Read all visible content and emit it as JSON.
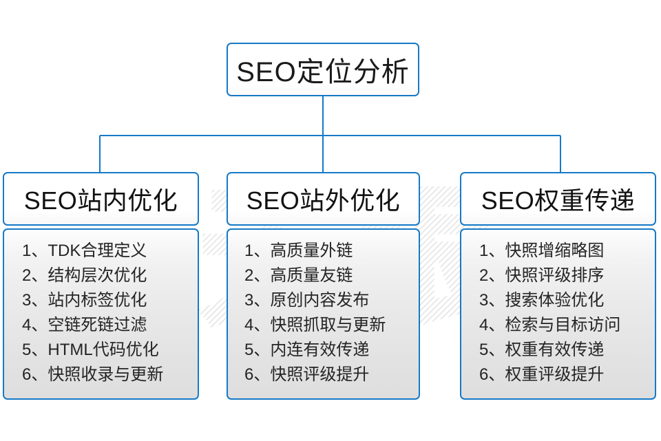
{
  "diagram": {
    "title": "SEO定位分析",
    "root": {
      "label": "SEO定位分析"
    },
    "accent_color": "#1579c6",
    "body_background": "#e9e9e9",
    "watermark_text": "云无限",
    "columns": [
      {
        "header": "SEO站内优化",
        "items": [
          {
            "num": "1、",
            "text": "TDK合理定义"
          },
          {
            "num": "2、",
            "text": "结构层次优化"
          },
          {
            "num": "3、",
            "text": "站内标签优化"
          },
          {
            "num": "4、",
            "text": "空链死链过滤"
          },
          {
            "num": "5、",
            "text": "HTML代码优化"
          },
          {
            "num": "6、",
            "text": "快照收录与更新"
          }
        ]
      },
      {
        "header": "SEO站外优化",
        "items": [
          {
            "num": "1、",
            "text": "高质量外链"
          },
          {
            "num": "2、",
            "text": "高质量友链"
          },
          {
            "num": "3、",
            "text": "原创内容发布"
          },
          {
            "num": "4、",
            "text": "快照抓取与更新"
          },
          {
            "num": "5、",
            "text": "内连有效传递"
          },
          {
            "num": "6、",
            "text": "快照评级提升"
          }
        ]
      },
      {
        "header": "SEO权重传递",
        "items": [
          {
            "num": "1、",
            "text": "快照增缩略图"
          },
          {
            "num": "2、",
            "text": "快照评级排序"
          },
          {
            "num": "3、",
            "text": "搜索体验优化"
          },
          {
            "num": "4、",
            "text": "检索与目标访问"
          },
          {
            "num": "5、",
            "text": "权重有效传递"
          },
          {
            "num": "6、",
            "text": "权重评级提升"
          }
        ]
      }
    ]
  }
}
